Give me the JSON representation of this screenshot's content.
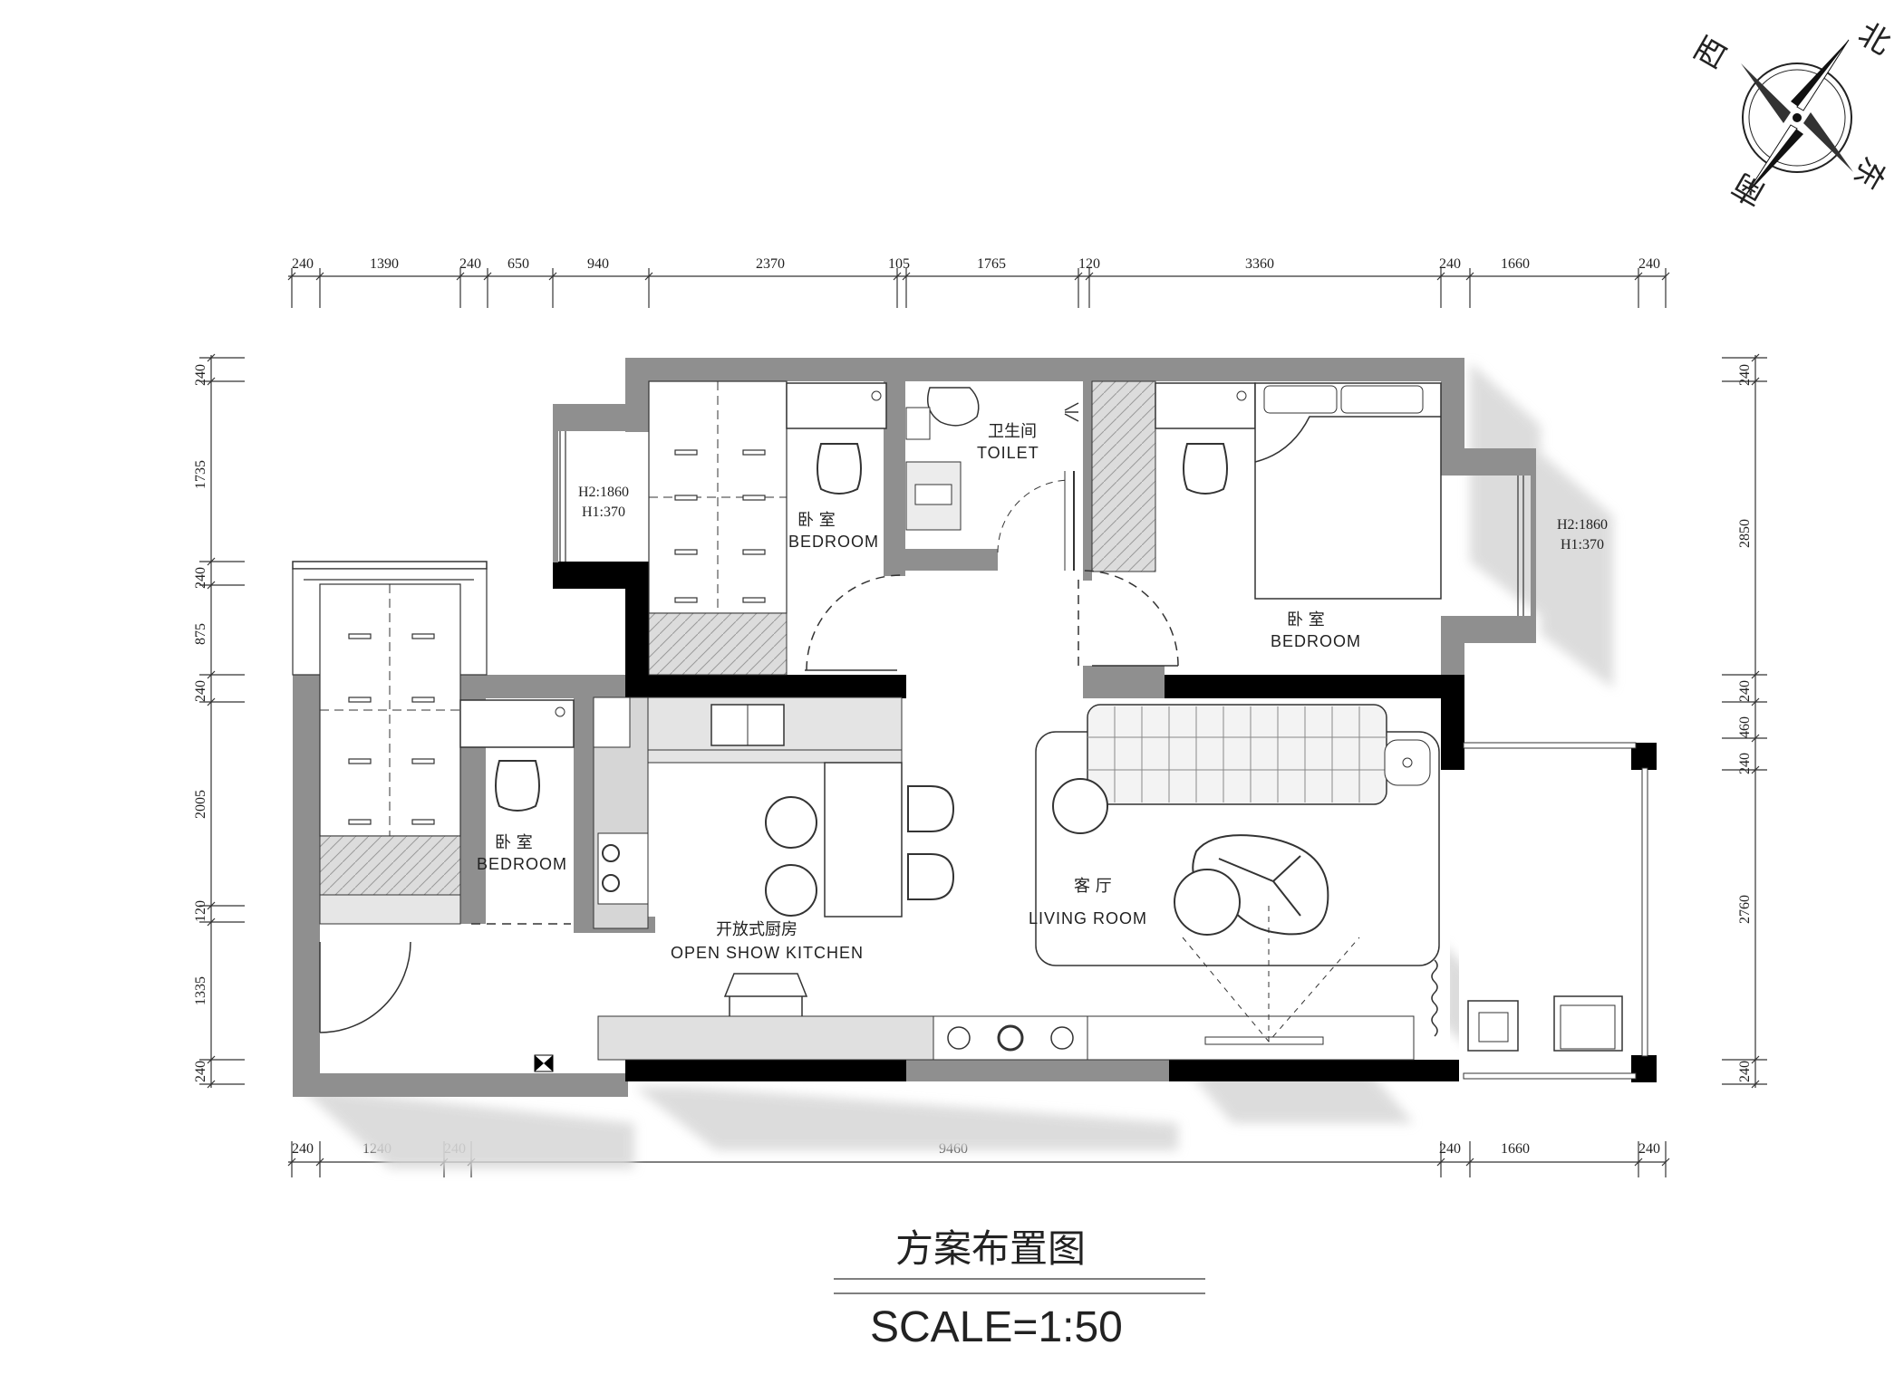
{
  "compass": {
    "north": "北",
    "south": "南",
    "east": "东",
    "west": "西"
  },
  "dims": {
    "top": [
      "240",
      "1390",
      "240",
      "650",
      "940",
      "2370",
      "105",
      "1765",
      "120",
      "3360",
      "240",
      "1660",
      "240"
    ],
    "bottom": [
      "240",
      "1240",
      "240",
      "9460",
      "240",
      "1660",
      "240"
    ],
    "left": [
      "240",
      "1735",
      "240",
      "875",
      "240",
      "2005",
      "120",
      "1335",
      "240"
    ],
    "right": [
      "240",
      "2850",
      "240",
      "460",
      "240",
      "2760",
      "240"
    ]
  },
  "rooms": {
    "bedroom1": {
      "cn": "卧 室",
      "en": "BEDROOM"
    },
    "toilet": {
      "cn": "卫生间",
      "en": "TOILET"
    },
    "bedroom2": {
      "cn": "卧 室",
      "en": "BEDROOM"
    },
    "bedroom3": {
      "cn": "卧 室",
      "en": "BEDROOM"
    },
    "kitchen": {
      "cn": "开放式厨房",
      "en": "OPEN SHOW KITCHEN"
    },
    "living": {
      "cn": "客 厅",
      "en": "LIVING ROOM"
    }
  },
  "windows": {
    "left": {
      "h2": "H2:1860",
      "h1": "H1:370"
    },
    "right": {
      "h2": "H2:1860",
      "h1": "H1:370"
    }
  },
  "title": {
    "name": "方案布置图",
    "scale": "SCALE=1:50"
  },
  "colors": {
    "wall_gray": "#8f8f8f",
    "wall_black": "#000000",
    "shadow": "#d8d8d8",
    "fixture": "#cfcfcf"
  }
}
